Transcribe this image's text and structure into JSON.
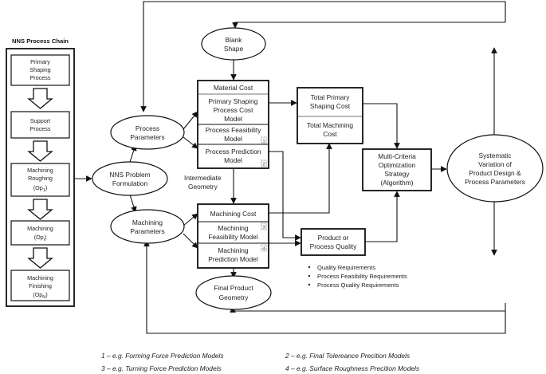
{
  "chain": {
    "title": "NNS Process Chain",
    "steps": [
      {
        "lines": [
          "Primary",
          "Shaping",
          "Process"
        ]
      },
      {
        "lines": [
          "Support",
          "Process"
        ]
      },
      {
        "lines": [
          "Machining",
          "Roughing",
          "(Op",
          "1",
          ")"
        ]
      },
      {
        "lines": [
          "Machining",
          "(Op",
          "i",
          ")"
        ]
      },
      {
        "lines": [
          "Machining",
          "Finishing",
          "(Op",
          "N",
          ")"
        ]
      }
    ]
  },
  "nodes": {
    "blank_shape": [
      "Blank",
      "Shape"
    ],
    "process_parameters": [
      "Process",
      "Parameters"
    ],
    "nns_problem": [
      "NNS Problem",
      "Formulation"
    ],
    "machining_parameters": [
      "Machining",
      "Parameters"
    ],
    "final_geometry": [
      "Final Product",
      "Geometry"
    ],
    "systematic_variation": [
      "Systematic",
      "Variation of",
      "Product Design &",
      "Process Parameters"
    ]
  },
  "primary_stack": {
    "material_cost": "Material Cost",
    "ps_cost_model": [
      "Primary Shaping",
      "Process Cost",
      "Model"
    ],
    "feasibility_model": [
      "Process Feasibility",
      "Model"
    ],
    "prediction_model": [
      "Process Prediction",
      "Model"
    ],
    "num_feasibility": "1",
    "num_prediction": "2"
  },
  "intermediate_geometry": [
    "Intermediate",
    "Geometry"
  ],
  "machining_stack": {
    "cost": "Machining Cost",
    "feasibility": [
      "Machining",
      "Feasibility Model"
    ],
    "prediction": [
      "Machining",
      "Prediction Model"
    ],
    "num_feasibility": "3",
    "num_prediction": "4"
  },
  "cost_box": {
    "total_primary": [
      "Total Primary",
      "Shaping Cost"
    ],
    "total_machining": [
      "Total Machining",
      "Cost"
    ]
  },
  "quality_box": [
    "Product or",
    "Process Quality"
  ],
  "optimization": [
    "Multi-Criteria",
    "Optimization",
    "Strategy",
    "(Algorithm)"
  ],
  "requirements": [
    "Quality Requirements",
    "Process Feasibility Requirements",
    "Process Quality Requirements"
  ],
  "footnotes": [
    "1 – e.g. Forming Force Prediction Models",
    "2 – e.g. Final Tolereance Precition Models",
    "3 – e.g. Turning Force Prediction Models",
    "4 – e.g. Surface Roughness Precition Models"
  ]
}
